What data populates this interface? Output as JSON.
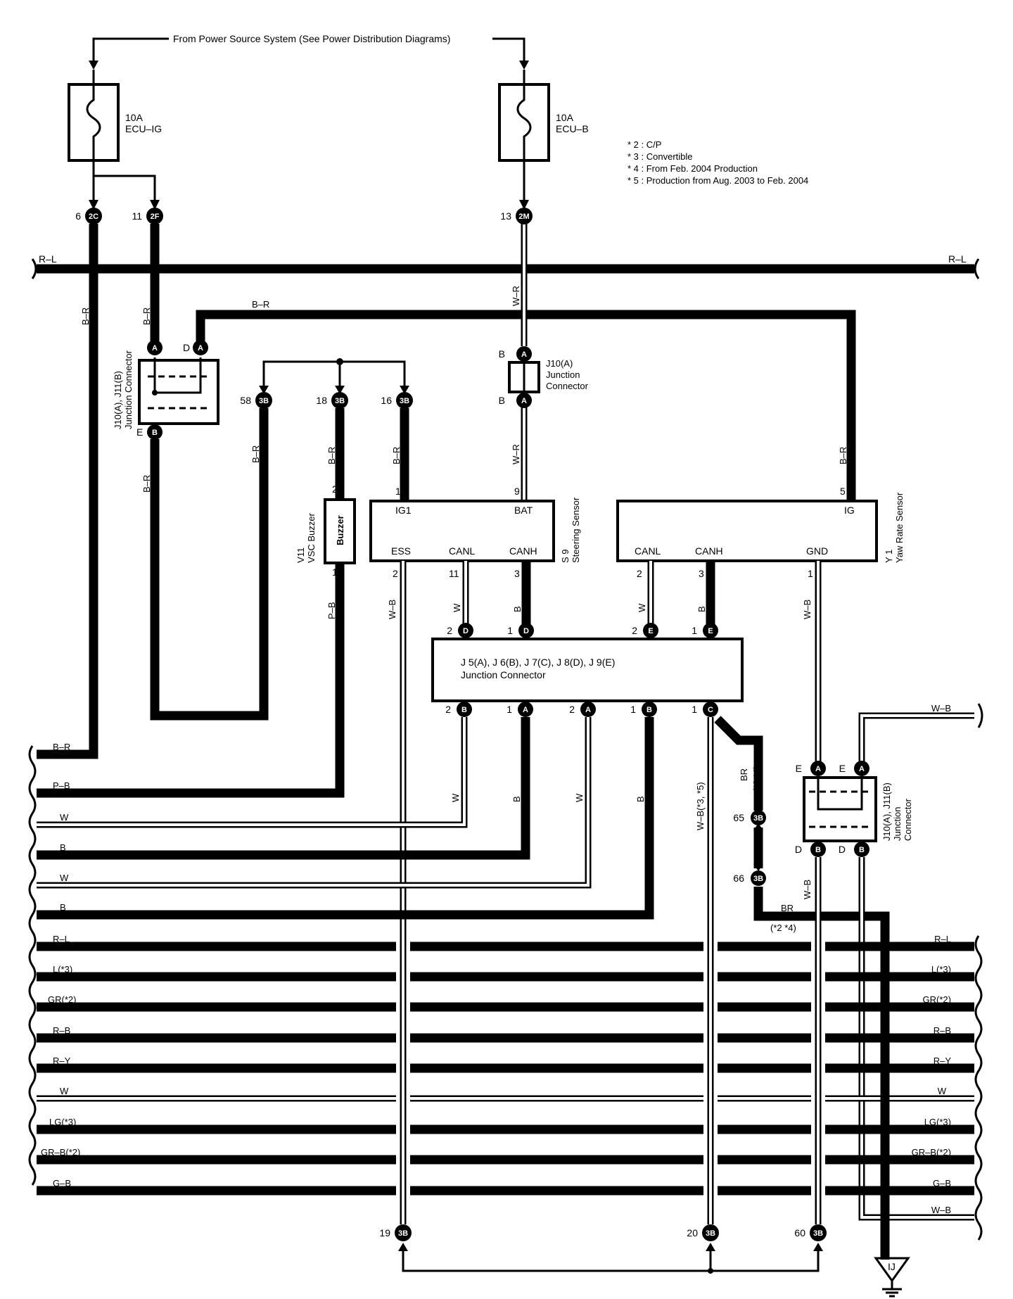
{
  "title": "From Power Source System (See Power Distribution Diagrams)",
  "fuses": [
    {
      "amp": "10A",
      "name": "ECU–IG"
    },
    {
      "amp": "10A",
      "name": "ECU–B"
    }
  ],
  "notes": [
    "* 2 : C/P",
    "* 3 : Convertible",
    "* 4 : From Feb.  2004 Production",
    "* 5 : Production from Aug.  2003 to Feb.  2004"
  ],
  "components": {
    "junction_left": {
      "code": "J10(A), J11(B)",
      "name": "Junction Connector"
    },
    "junction_j10": {
      "code": "J10(A)",
      "name1": "Junction",
      "name2": "Connector"
    },
    "junction_right": {
      "code": "J10(A), J11(B)",
      "name1": "Junction",
      "name2": "Connector"
    },
    "junction_center": {
      "code": "J 5(A), J 6(B), J 7(C), J 8(D), J 9(E)",
      "name": "Junction Connector"
    },
    "buzzer": {
      "code": "V11",
      "name": "VSC Buzzer",
      "inner": "Buzzer"
    },
    "steering": {
      "code": "S 9",
      "name": "Steering Sensor",
      "pins": {
        "ig1": "IG1",
        "bat": "BAT",
        "ess": "ESS",
        "canl": "CANL",
        "canh": "CANH"
      }
    },
    "yaw": {
      "code": "Y 1",
      "name": "Yaw Rate Sensor",
      "pins": {
        "ig": "IG",
        "canl": "CANL",
        "canh": "CANH",
        "gnd": "GND"
      }
    },
    "ground": {
      "code": "IJ"
    }
  },
  "connectors": {
    "c2c": {
      "pin": "6",
      "code": "2C"
    },
    "c2f": {
      "pin": "11",
      "code": "2F"
    },
    "c2m": {
      "pin": "13",
      "code": "2M"
    },
    "c58": {
      "pin": "58",
      "code": "3B"
    },
    "c18": {
      "pin": "18",
      "code": "3B"
    },
    "c16": {
      "pin": "16",
      "code": "3B"
    },
    "c65": {
      "pin": "65",
      "code": "3B"
    },
    "c66": {
      "pin": "66",
      "code": "3B"
    },
    "c19": {
      "pin": "19",
      "code": "3B"
    },
    "c20": {
      "pin": "20",
      "code": "3B"
    },
    "c60": {
      "pin": "60",
      "code": "3B"
    }
  },
  "pins": {
    "jl_a1": "A",
    "jl_a2": "A",
    "jl_d": "D",
    "jl_e": "E",
    "jl_b": "B",
    "j10_a": "A",
    "j10_b": "B",
    "jc_d": "D",
    "jc_e": "E",
    "jc_b": "B",
    "jc_a": "A",
    "jc_c": "C",
    "jr_e": "E",
    "jr_a": "A",
    "jr_d": "D",
    "jr_b": "B",
    "n1": "1",
    "n2": "2",
    "n3": "3",
    "n5": "5",
    "n9": "9",
    "n11": "11"
  },
  "wire_labels": {
    "br": "B–R",
    "wr": "W–R",
    "pb": "P–B",
    "wb": "W–B",
    "w": "W",
    "b": "B",
    "rl": "R–L",
    "br2": "BR",
    "br_note": "(*2 *4)",
    "wb_note": "W–B(*3, *5)"
  },
  "bus_left": [
    "B–R",
    "P–B",
    "W",
    "B",
    "W",
    "B",
    "R–L",
    "L(*3)",
    "GR(*2)",
    "R–B",
    "R–Y",
    "W",
    "LG(*3)",
    "GR–B(*2)",
    "G–B"
  ],
  "bus_right": [
    "W–B",
    "R–L",
    "L(*3)",
    "GR(*2)",
    "R–B",
    "R–Y",
    "W",
    "LG(*3)",
    "GR–B(*2)",
    "G–B",
    "W–B"
  ]
}
